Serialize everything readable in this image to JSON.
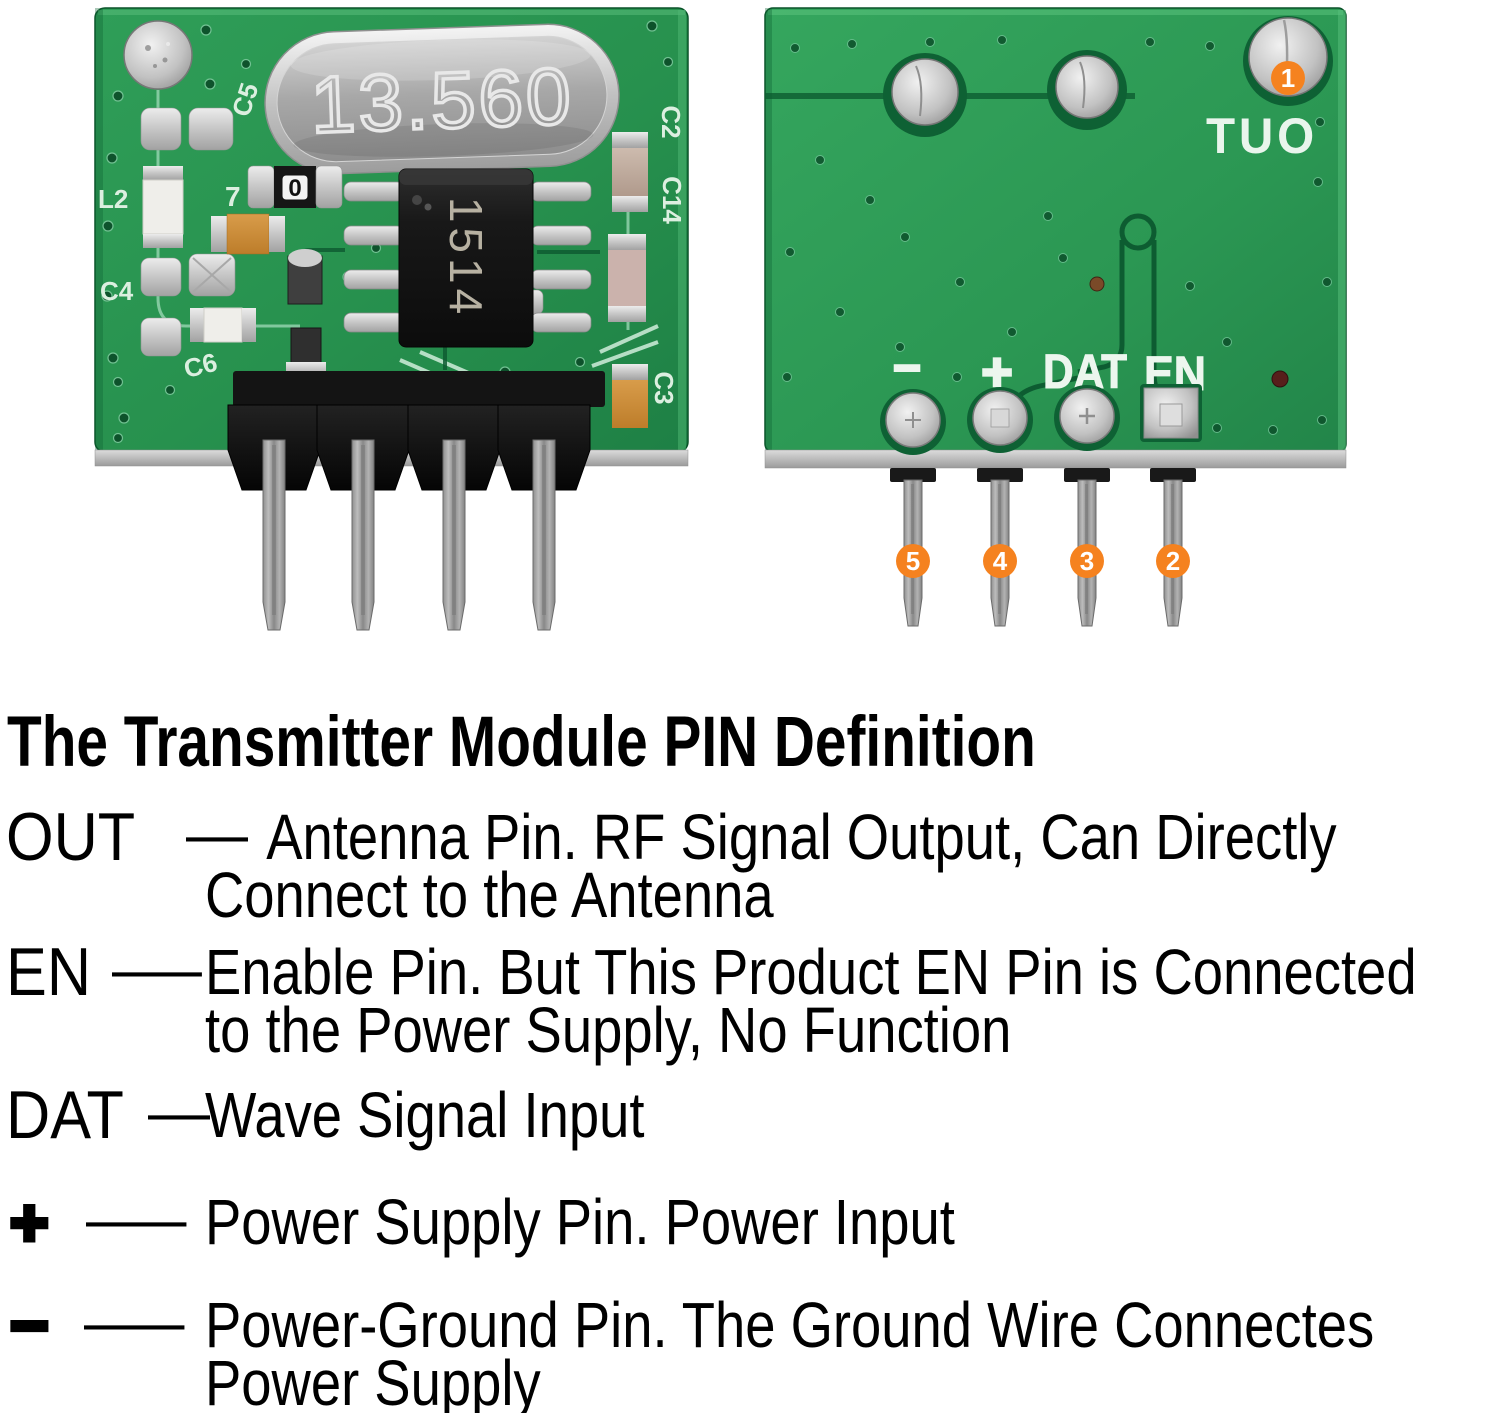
{
  "photo": {
    "pcb_color": "#2E9B57",
    "front_module": {
      "crystal_marking": "13.560",
      "ic_marking": "1514",
      "resistor_marking": "0",
      "labels": {
        "c5": "C5",
        "r7": "7",
        "l2": "L2",
        "c4": "C4",
        "c6": "C6",
        "c2": "C2",
        "c14": "C14",
        "c3": "C3"
      }
    },
    "back_module": {
      "out_silkscreen_mirrored": "TUO",
      "pin_silkscreen": {
        "minus": "−",
        "plus": "+",
        "dat": "DAT",
        "en": "EN"
      },
      "pin_badges": {
        "out": "1",
        "en": "2",
        "dat": "3",
        "plus": "4",
        "minus": "5"
      },
      "badge_color": "#F5821F"
    }
  },
  "definitions": {
    "title": "The Transmitter Module PIN Definition",
    "rows": [
      {
        "label": "OUT",
        "dash": "—",
        "lines": [
          "Antenna Pin. RF Signal Output, Can Directly",
          "Connect to the Antenna"
        ]
      },
      {
        "label": "EN",
        "dash": "—",
        "lines": [
          "Enable Pin. But This Product EN Pin is Connected",
          "to the Power Supply, No Function"
        ]
      },
      {
        "label": "DAT",
        "dash": "—",
        "lines": [
          "Wave Signal Input"
        ]
      },
      {
        "label": "+",
        "dash": "—",
        "lines": [
          "Power Supply Pin. Power Input"
        ]
      },
      {
        "label": "−",
        "dash": "—",
        "lines": [
          "Power-Ground Pin. The Ground Wire Connectes",
          "Power Supply"
        ]
      }
    ]
  }
}
